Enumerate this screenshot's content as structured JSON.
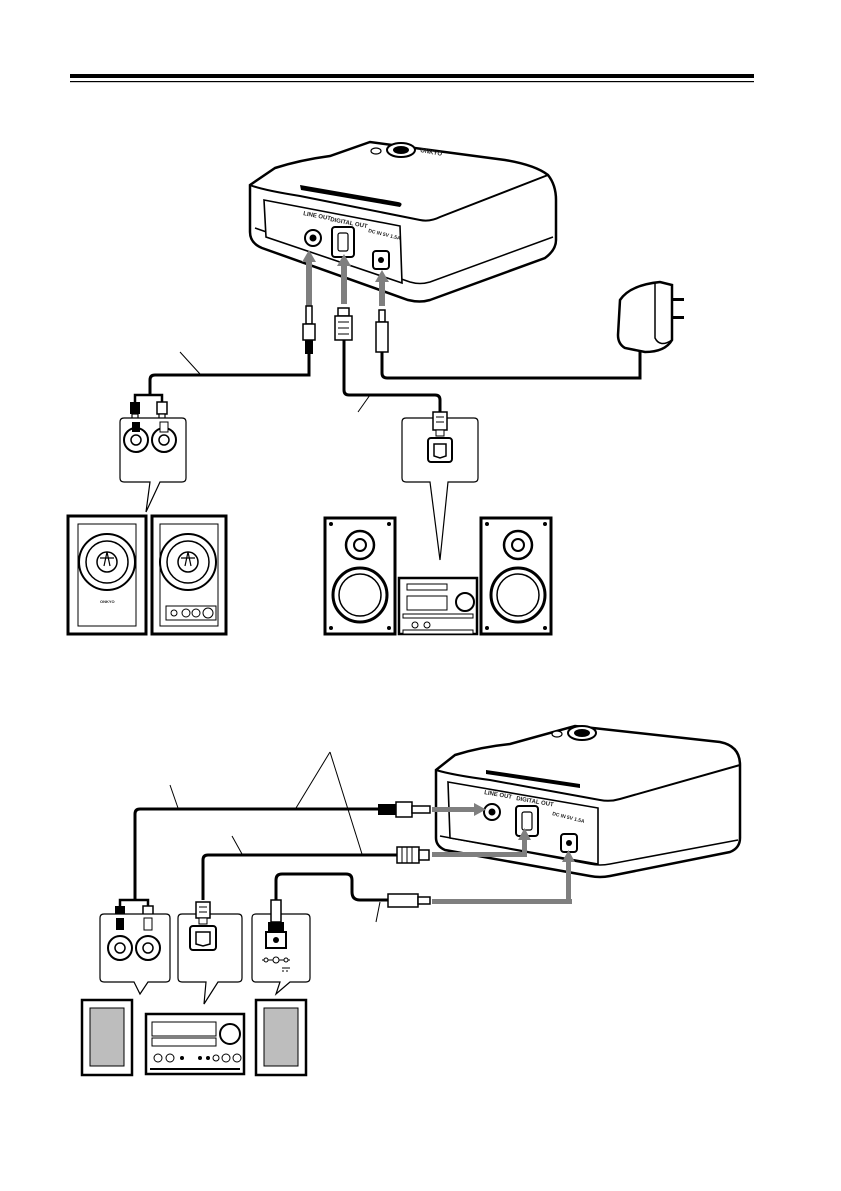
{
  "device_labels": {
    "line_out": "LINE OUT",
    "digital_out": "DIGITAL OUT",
    "dc_in": "DC IN 5V 1.5A",
    "brand": "ONKYO"
  },
  "speaker_brand": "ONKYO",
  "colors": {
    "line": "#000000",
    "arrow": "#7f7f7f",
    "speaker_panel": "#bdbdbd"
  }
}
